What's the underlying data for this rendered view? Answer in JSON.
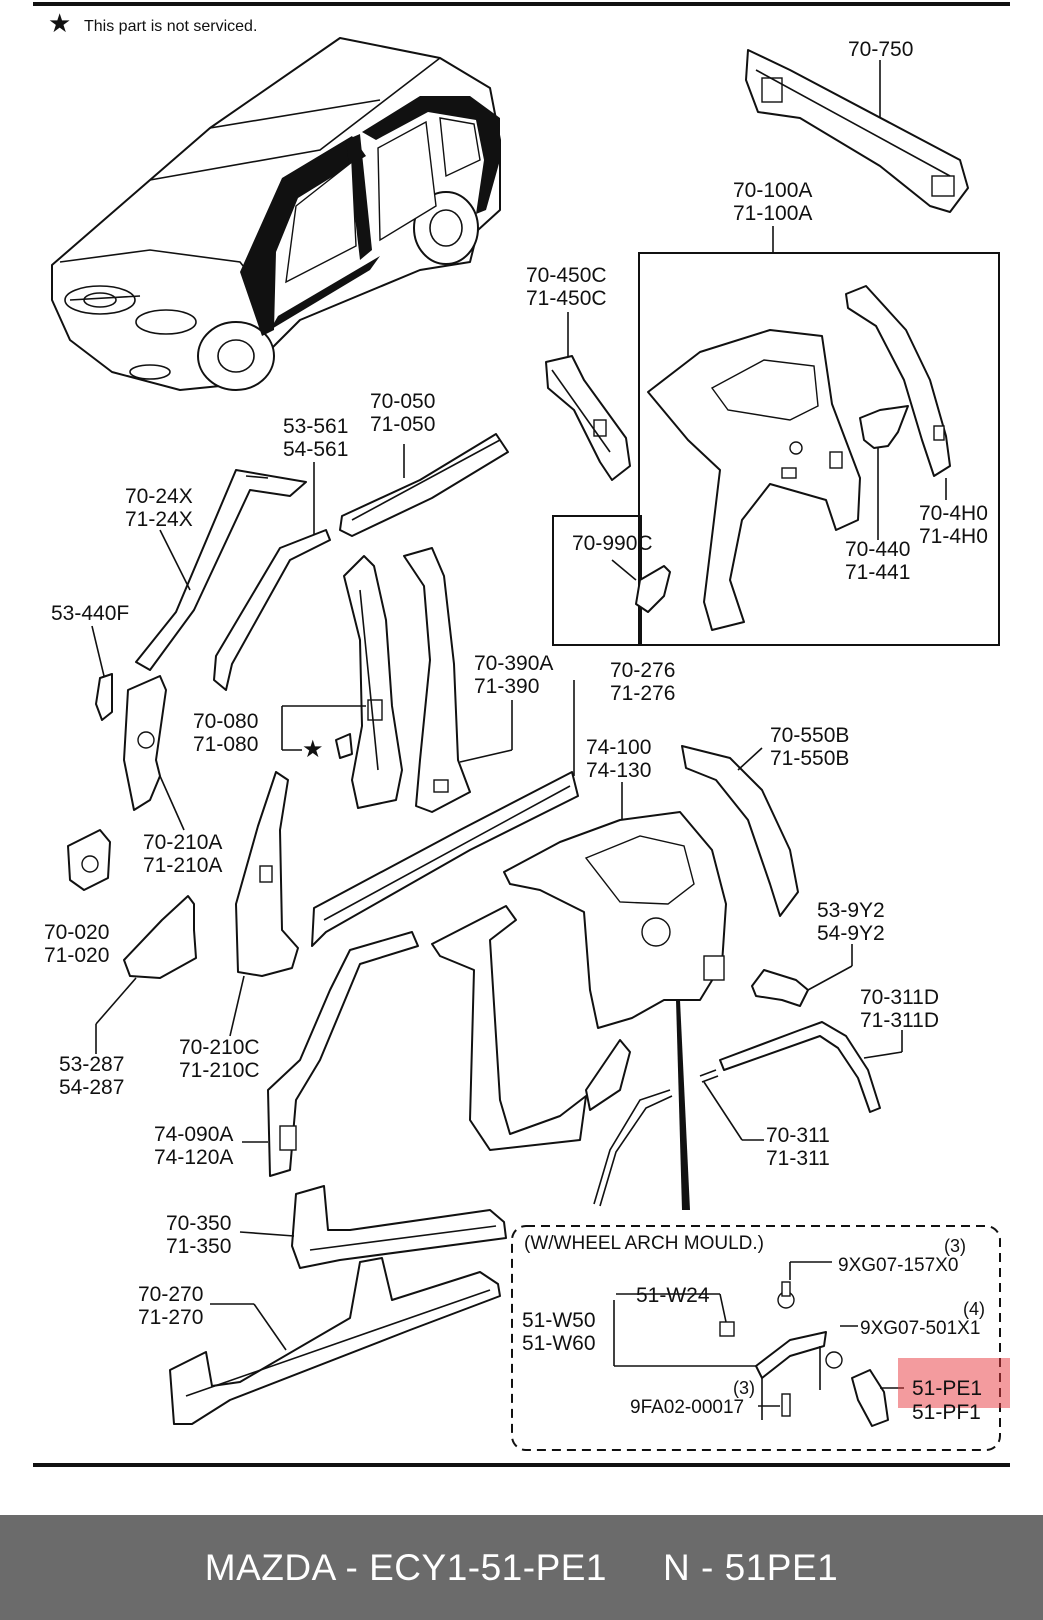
{
  "note": {
    "star": "★",
    "text": "This part is not serviced."
  },
  "labels": {
    "p70_750": "70-750",
    "p70_100A": "70-100A",
    "p71_100A": "71-100A",
    "p70_450C": "70-450C",
    "p71_450C": "71-450C",
    "p70_050": "70-050",
    "p71_050": "71-050",
    "p53_561": "53-561",
    "p54_561": "54-561",
    "p70_24X": "70-24X",
    "p71_24X": "71-24X",
    "p53_440F": "53-440F",
    "p70_990C": "70-990C",
    "p70_440": "70-440",
    "p71_441": "71-441",
    "p70_4H0": "70-4H0",
    "p71_4H0": "71-4H0",
    "p70_080": "70-080",
    "p71_080": "71-080",
    "p70_390A": "70-390A",
    "p71_390": "71-390",
    "p70_276": "70-276",
    "p71_276": "71-276",
    "p70_210A": "70-210A",
    "p71_210A": "71-210A",
    "p74_100": "74-100",
    "p74_130": "74-130",
    "p70_550B": "70-550B",
    "p71_550B": "71-550B",
    "p70_020": "70-020",
    "p71_020": "71-020",
    "p53_9Y2": "53-9Y2",
    "p54_9Y2": "54-9Y2",
    "p70_311D": "70-311D",
    "p71_311D": "71-311D",
    "p53_287": "53-287",
    "p54_287": "54-287",
    "p70_210C": "70-210C",
    "p71_210C": "71-210C",
    "p74_090A": "74-090A",
    "p74_120A": "74-120A",
    "p70_311": "70-311",
    "p71_311": "71-311",
    "p70_350": "70-350",
    "p71_350": "71-350",
    "p70_270": "70-270",
    "p71_270": "71-270",
    "star_mark": "★"
  },
  "inset": {
    "title": "(W/WHEEL ARCH MOULD.)",
    "q1": "(3)",
    "fastener1": "9XG07-157X0",
    "w24": "51-W24",
    "q2": "(4)",
    "fastener2": "9XG07-501X1",
    "w50": "51-W50",
    "w60": "51-W60",
    "q3": "(3)",
    "fastener3": "9FA02-00017",
    "pe1": "51-PE1",
    "pf1": "51-PF1"
  },
  "highlight_color": "#e8383d",
  "footer": {
    "part": "MAZDA - ECY1-51-PE1",
    "code": "N - 51PE1"
  }
}
